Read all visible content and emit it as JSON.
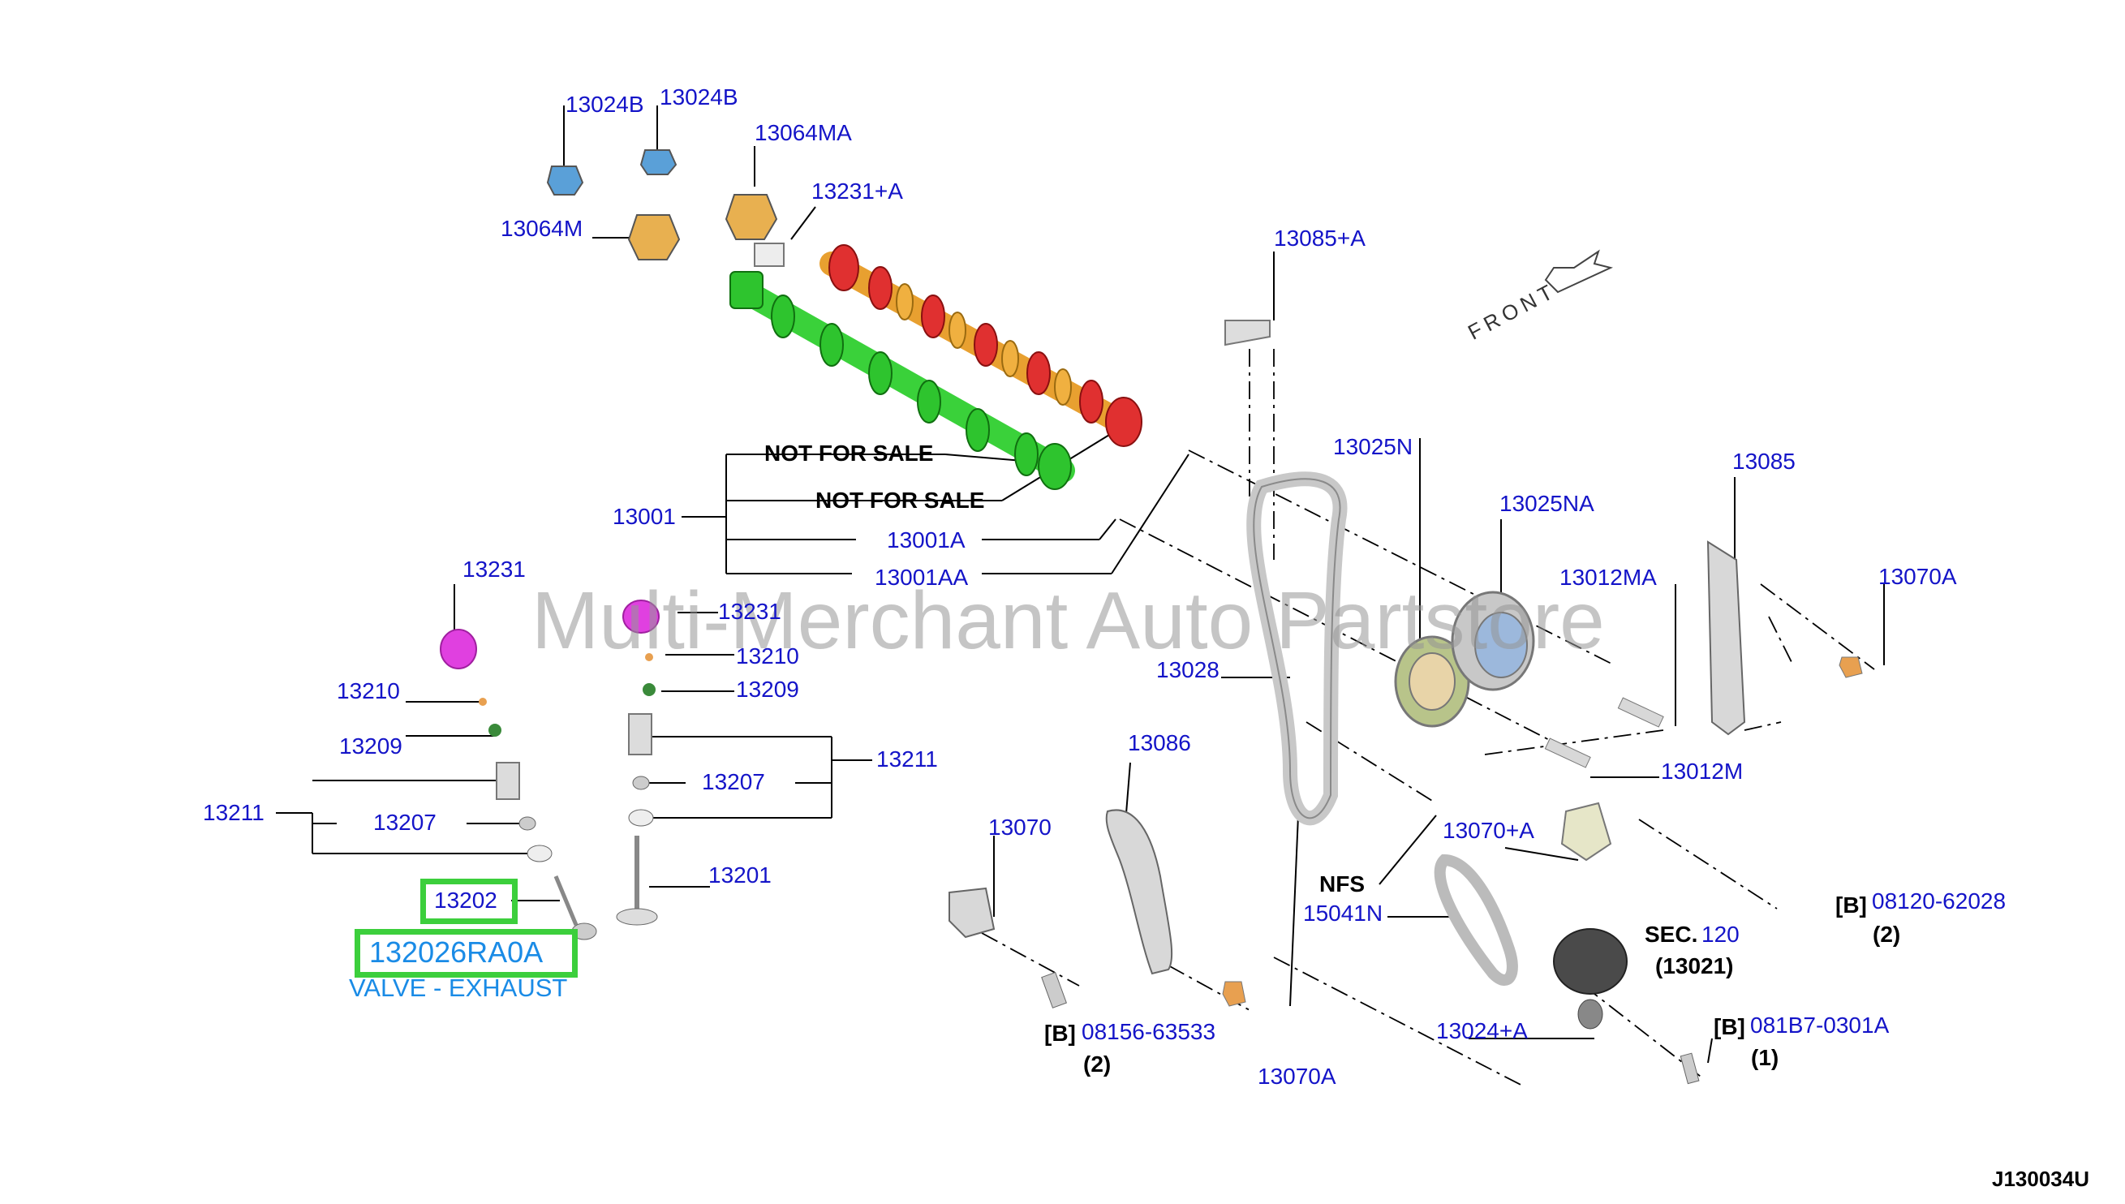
{
  "diagram_id": "J130034U",
  "watermark": "Multi-Merchant Auto Partstore",
  "highlight": {
    "ref": "13202",
    "part_number": "132026RA0A",
    "description": "VALVE - EXHAUST",
    "color": "#3ccf3c"
  },
  "front_label": "FRONT",
  "callouts": {
    "c13024B_1": "13024B",
    "c13024B_2": "13024B",
    "c13064MA": "13064MA",
    "c13231A": "13231+A",
    "c13064M": "13064M",
    "c13085A": "13085+A",
    "nfs1": "NOT FOR SALE",
    "nfs2": "NOT FOR SALE",
    "c13001": "13001",
    "c13001A": "13001A",
    "c13001AA": "13001AA",
    "c13025N": "13025N",
    "c13025NA": "13025NA",
    "c13085": "13085",
    "c13012MA": "13012MA",
    "c13070A_r": "13070A",
    "c13231_l": "13231",
    "c13231_r": "13231",
    "c13210_l": "13210",
    "c13210_r": "13210",
    "c13209_l": "13209",
    "c13209_r": "13209",
    "c13211_l": "13211",
    "c13211_r": "13211",
    "c13207_l": "13207",
    "c13207_r": "13207",
    "c13201": "13201",
    "c13028": "13028",
    "c13012M": "13012M",
    "c13086": "13086",
    "c13070": "13070",
    "c13070A_p": "13070+A",
    "nfs_short": "NFS",
    "c15041N": "15041N",
    "b1": "[B]",
    "c08120": "08120-62028",
    "q2a": "(2)",
    "sec": "SEC.",
    "sec_num": "120",
    "c13021": "(13021)",
    "b2": "[B]",
    "c08156": "08156-63533",
    "q2b": "(2)",
    "c13070A_b": "13070A",
    "c13024A": "13024+A",
    "b3": "[B]",
    "c081B7": "081B7-0301A",
    "q1": "(1)"
  },
  "colors": {
    "label_blue": "#1414c8",
    "camshaft_intake": "#3ad13a",
    "camshaft_exhaust": "#e8a030",
    "cam_lobe_red": "#e03030",
    "lifter_magenta": "#e040e0",
    "highlight_box": "#3ccf3c",
    "description_blue": "#1a8be6"
  }
}
